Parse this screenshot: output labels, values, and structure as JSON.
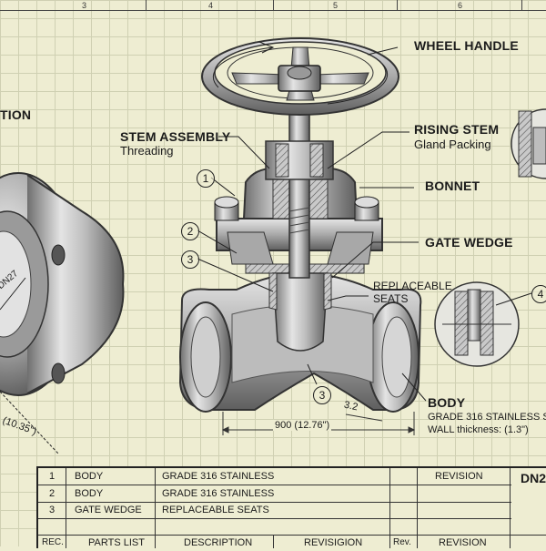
{
  "column_numbers": [
    "3",
    "4",
    "5",
    "6"
  ],
  "callouts": {
    "wheel_handle": "WHEEL HANDLE",
    "stem_assembly": "STEM ASSEMBLY",
    "threading": "Threading",
    "rising_stem": "RISING STEM",
    "gland_packing": "Gland Packing",
    "bonnet": "BONNET",
    "gate_wedge": "GATE WEDGE",
    "replaceable_seats": "REPLACEABLE\nSEATS",
    "body": "BODY",
    "body_material": "GRADE 316 STAINLESS ST",
    "wall_thickness": "WALL thickness: (1.3\")",
    "left_partial": "TION",
    "flange_label": "DN27",
    "flange_dim": "(10.35\")"
  },
  "balloons": [
    "1",
    "2",
    "3",
    "3",
    "4"
  ],
  "dimensions": {
    "width": "900 (12.76\")",
    "offset": "3.2"
  },
  "title_block": {
    "rows": [
      {
        "rec": "1",
        "part": "BODY",
        "description": "GRADE 316 STAINLESS",
        "revision": "REVISION"
      },
      {
        "rec": "2",
        "part": "BODY",
        "description": "GRADE 316 STAINLESS",
        "revision": ""
      },
      {
        "rec": "3",
        "part": "GATE WEDGE",
        "description": "REPLACEABLE SEATS",
        "revision": ""
      }
    ],
    "headers": {
      "rec": "REC.",
      "parts_list": "PARTS LIST",
      "description": "DESCRIPTION",
      "revisigion": "REVISIGION",
      "rev": "Rev.",
      "revision": "REVISION"
    },
    "drawing_no": "DN2"
  },
  "colors": {
    "paper": "#eeedd2",
    "grid": "#cfd0b2",
    "metal_light": "#d8d8d8",
    "metal_dark": "#6f6f6f",
    "ink": "#1b1b1b"
  }
}
